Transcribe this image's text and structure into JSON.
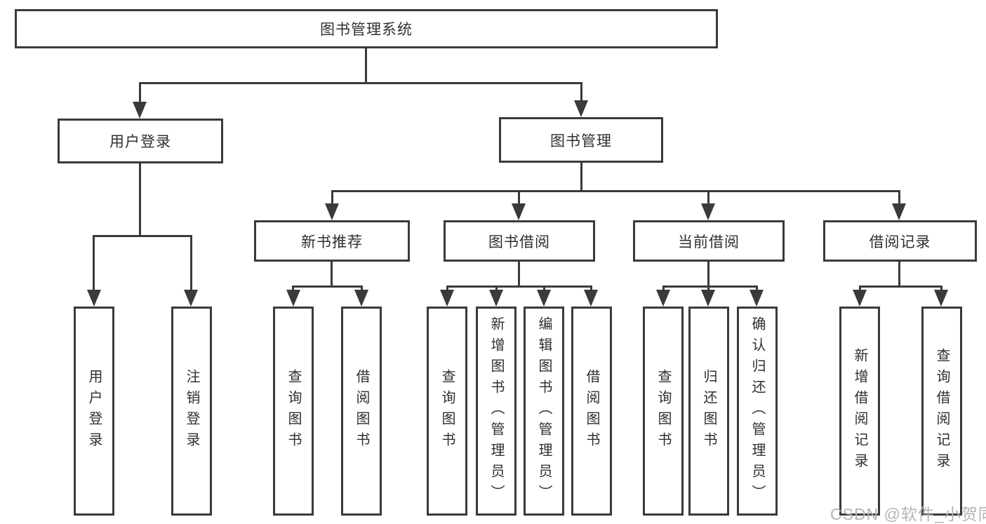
{
  "nodes": {
    "root": "图书管理系统",
    "user_login": "用户登录",
    "book_mgmt": "图书管理",
    "new_book_rec": "新书推荐",
    "book_borrow": "图书借阅",
    "current_borrow": "当前借阅",
    "borrow_records": "借阅记录",
    "ul_login": "用户登录",
    "ul_logout": "注销登录",
    "rec_query": "查询图书",
    "rec_borrow": "借阅图书",
    "bb_query": "查询图书",
    "bb_add": "新增图书（管理员）",
    "bb_edit": "编辑图书（管理员）",
    "bb_borrow": "借阅图书",
    "cb_query": "查询图书",
    "cb_return": "归还图书",
    "cb_confirm": "确认归还（管理员）",
    "br_add": "新增借阅记录",
    "br_query": "查询借阅记录"
  },
  "watermark": {
    "text": "CSDN @软件_小贺同学"
  },
  "colors": {
    "background": "#ffffff",
    "line": "#3a3a3a",
    "box_border": "#3a3a3a",
    "box_fill": "#ffffff",
    "text": "#2f2f2f",
    "watermark": "#b4b4b4"
  }
}
